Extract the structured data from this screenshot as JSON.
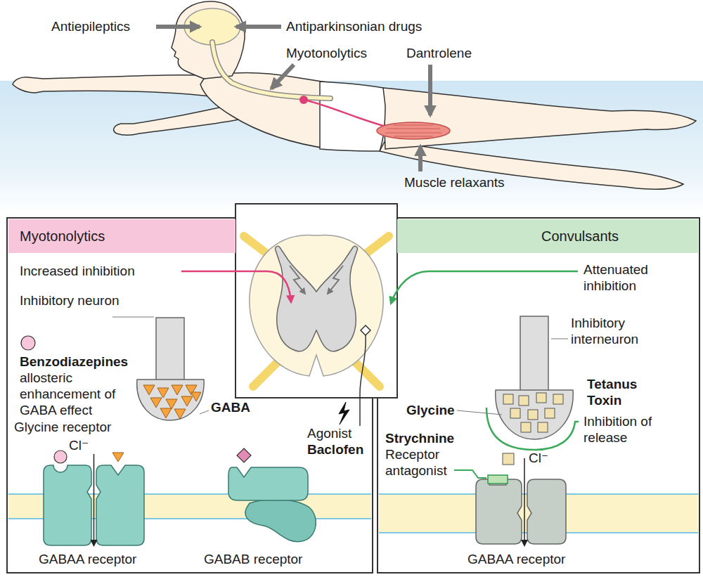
{
  "diagram": {
    "nodes": [
      {
        "text": [
          "Myotonolytics"
        ]
      },
      {
        "text": [
          "Convulsants"
        ]
      }
    ],
    "labels": [
      "Antiepileptics",
      "Antiparkinsonian drugs",
      "Myotonolytics",
      "Dantrolene",
      "Muscle relaxants",
      "Increased inhibition",
      "Inhibitory neuron",
      "Benzodiazepines",
      "allosteric enhancement of GABA effect",
      "GABA",
      "Agonist",
      "Baclofen",
      "Cl⁻",
      "GABAA receptor",
      "GABAB receptor",
      "Attenuated inhibition",
      "Inhibitory interneuron",
      "Tetanus Toxin",
      "Inhibition of release",
      "Glycine",
      "Strychnine",
      "Receptor antagonist",
      "Cl⁻",
      "GABAA receptor",
      "Glycine receptor"
    ]
  }
}
